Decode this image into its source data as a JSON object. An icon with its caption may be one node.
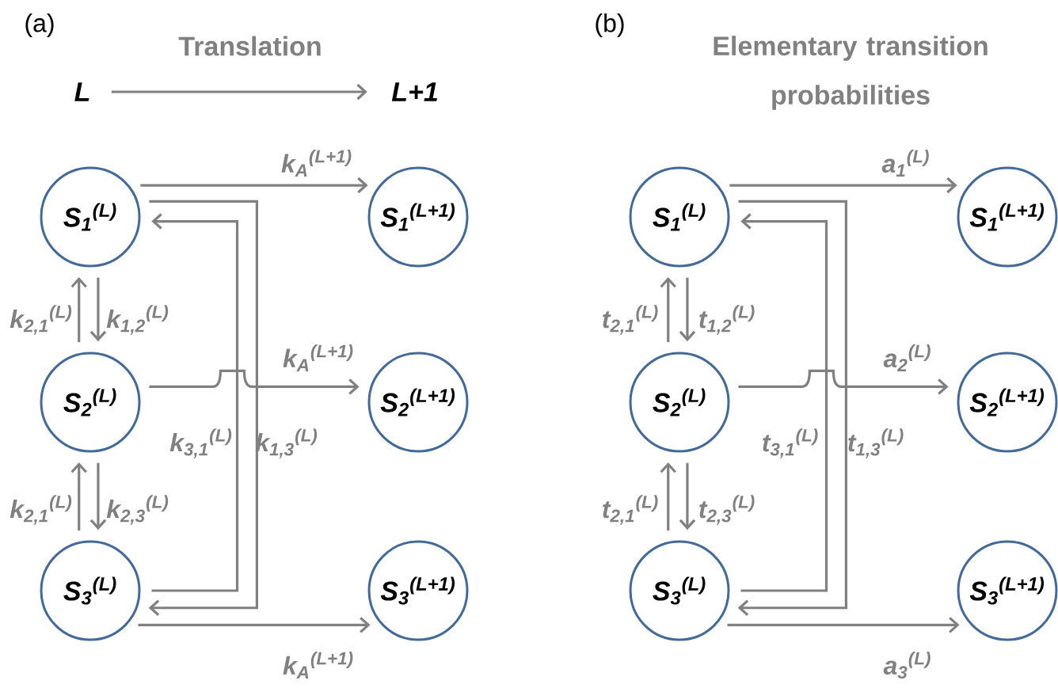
{
  "diagram": {
    "nodes": [
      {
        "text": [
          "L"
        ]
      },
      {
        "text": [
          "L+1"
        ]
      },
      {
        "text": [
          "S$_{1}$$^{(L)}$"
        ]
      },
      {
        "text": [
          "S$_{1}$$^{(L+1)}$"
        ]
      },
      {
        "text": [
          "S$_{2}$$^{(L)}$"
        ]
      },
      {
        "text": [
          "S$_{2}$$^{(L+1)}$"
        ]
      },
      {
        "text": [
          "S$_{3}$$^{(L)}$"
        ]
      },
      {
        "text": [
          "S$_{3}$$^{(L+1)}$"
        ]
      },
      {
        "text": [
          "S$_{1}$$^{(L)}$"
        ]
      },
      {
        "text": [
          "S$_{1}$$^{(L+1)}$"
        ]
      },
      {
        "text": [
          "S$_{2}$$^{(L)}$"
        ]
      },
      {
        "text": [
          "S$_{2}$$^{(L+1)}$"
        ]
      },
      {
        "text": [
          "S$_{3}$$^{(L)}$"
        ]
      },
      {
        "text": [
          "S$_{3}$$^{(L+1)}$"
        ]
      }
    ],
    "edges": [
      {
        "from": 0,
        "to": 1,
        "arrow": "to",
        "label": "Translation"
      },
      {
        "from": 2,
        "to": 3,
        "arrow": "to",
        "label": "k$_{A}$$^{(L+1)}$"
      },
      {
        "from": 4,
        "to": 5,
        "arrow": "to",
        "label": "k$_{A}$$^{(L+1)}$"
      },
      {
        "from": 6,
        "to": 7,
        "arrow": "to",
        "label": "k$_{A}$$^{(L+1)}$"
      },
      {
        "from": 4,
        "to": 2,
        "arrow": "to",
        "label": "k$_{2,1}$$^{(L)}$"
      },
      {
        "from": 2,
        "to": 4,
        "arrow": "to",
        "label": "k$_{1,2}$$^{(L)}$"
      },
      {
        "from": 6,
        "to": 4,
        "arrow": "to",
        "label": "k$_{2,1}$$^{(L)}$"
      },
      {
        "from": 4,
        "to": 6,
        "arrow": "to",
        "label": "k$_{2,3}$$^{(L)}$"
      },
      {
        "from": 6,
        "to": 2,
        "arrow": "to",
        "label": "k$_{3,1}$$^{(L)}$"
      },
      {
        "from": 2,
        "to": 6,
        "arrow": "to",
        "label": "k$_{1,3}$$^{(L)}$"
      },
      {
        "from": 8,
        "to": 9,
        "arrow": "to",
        "label": "a$_{1}$$^{(L)}$"
      },
      {
        "from": 10,
        "to": 11,
        "arrow": "to",
        "label": "a$_{2}$$^{(L)}$"
      },
      {
        "from": 12,
        "to": 13,
        "arrow": "to",
        "label": "a$_{3}$$^{(L)}$"
      },
      {
        "from": 10,
        "to": 8,
        "arrow": "to",
        "label": "t$_{2,1}$$^{(L)}$"
      },
      {
        "from": 8,
        "to": 10,
        "arrow": "to",
        "label": "t$_{1,2}$$^{(L)}$"
      },
      {
        "from": 12,
        "to": 10,
        "arrow": "to",
        "label": "t$_{2,1}$$^{(L)}$"
      },
      {
        "from": 10,
        "to": 12,
        "arrow": "to",
        "label": "t$_{2,3}$$^{(L)}$"
      },
      {
        "from": 12,
        "to": 8,
        "arrow": "to",
        "label": "t$_{3,1}$$^{(L)}$"
      },
      {
        "from": 8,
        "to": 12,
        "arrow": "to",
        "label": "t$_{1,3}$$^{(L)}$"
      }
    ],
    "labels": [
      "(a)",
      "(b)",
      "Elementary transition probabilities"
    ]
  }
}
